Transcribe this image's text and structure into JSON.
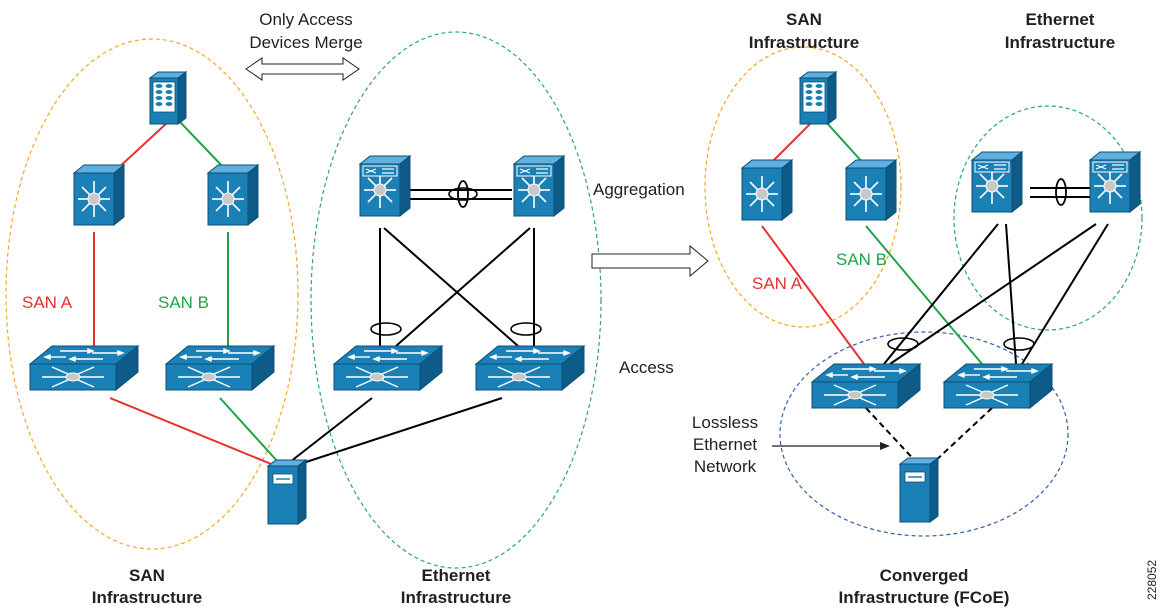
{
  "labels": {
    "merge_line1": "Only Access",
    "merge_line2": "Devices Merge",
    "aggregation": "Aggregation",
    "access": "Access",
    "san_a": "SAN A",
    "san_b": "SAN B",
    "lossless_line1": "Lossless",
    "lossless_line2": "Ethernet",
    "lossless_line3": "Network",
    "left_san_line1": "SAN",
    "left_san_line2": "Infrastructure",
    "left_eth_line1": "Ethernet",
    "left_eth_line2": "Infrastructure",
    "right_san_line1": "SAN",
    "right_san_line2": "Infrastructure",
    "right_eth_line1": "Ethernet",
    "right_eth_line2": "Infrastructure",
    "converged_line1": "Converged",
    "converged_line2": "Infrastructure (FCoE)",
    "figure_id": "228052"
  },
  "colors": {
    "device_blue": "#1a80b6",
    "device_dark": "#0e5b87",
    "san_a": "#e8312f",
    "san_b": "#1ea447",
    "san_zone": "#f5a623",
    "eth_zone": "#2aa37b",
    "converged_zone": "#2f5fa8",
    "link": "#000000"
  }
}
